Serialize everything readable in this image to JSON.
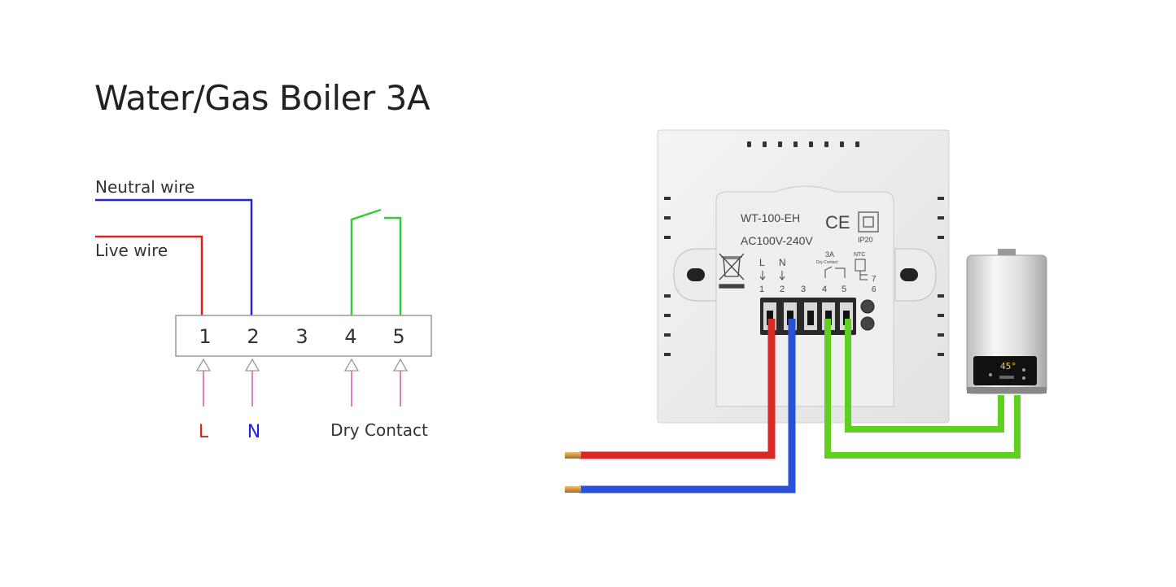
{
  "title": "Water/Gas Boiler 3A",
  "schematic": {
    "neutral_label": "Neutral wire",
    "live_label": "Live wire",
    "terminals": [
      "1",
      "2",
      "3",
      "4",
      "5"
    ],
    "arrow_labels": {
      "L": "L",
      "N": "N",
      "dry": "Dry Contact"
    },
    "colors": {
      "live": "#e02020",
      "neutral": "#2222dd",
      "contact": "#33cc33",
      "arrow": "#e080c0"
    }
  },
  "device": {
    "model": "WT-100-EH",
    "ce_mark": "CE",
    "voltage": "AC100V-240V",
    "ip_rating": "IP20",
    "terminal_letters": [
      "L",
      "N"
    ],
    "terminal_numbers": [
      "1",
      "2",
      "3",
      "4",
      "5"
    ],
    "rating": "3A",
    "rating_note": "Dry Contact",
    "ntc_label": "NTC",
    "sensor_pins": [
      "7",
      "6"
    ],
    "boiler_display": "45°"
  }
}
